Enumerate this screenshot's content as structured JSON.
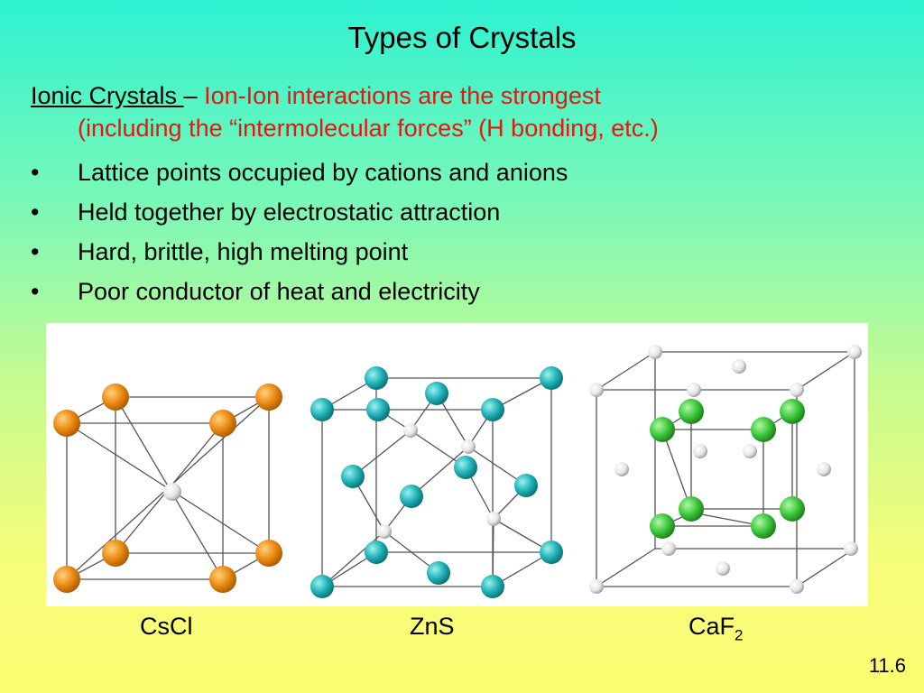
{
  "slide": {
    "title": "Types of Crystals",
    "heading": {
      "term": "Ionic Crystals ",
      "dash": " – ",
      "desc_line1": "Ion-Ion interactions are the strongest",
      "desc_line2": "(including the “intermolecular forces” (H bonding, etc.)"
    },
    "bullet_glyph": "•",
    "bullets": [
      "Lattice points occupied by cations and anions",
      "Held together by electrostatic attraction",
      "Hard, brittle, high melting point",
      "Poor conductor of heat and electricity"
    ],
    "structures": {
      "cscl": "CsCl",
      "zns": "ZnS",
      "caf2_base": "CaF",
      "caf2_sub": "2"
    },
    "page_number": "11.6",
    "colors": {
      "heading_red": "#e8160f",
      "cs_orange": "#ec8a14",
      "zn_teal": "#1fb3b8",
      "ca_green": "#3cc83c",
      "anion_white": "#f2f2f2"
    }
  }
}
